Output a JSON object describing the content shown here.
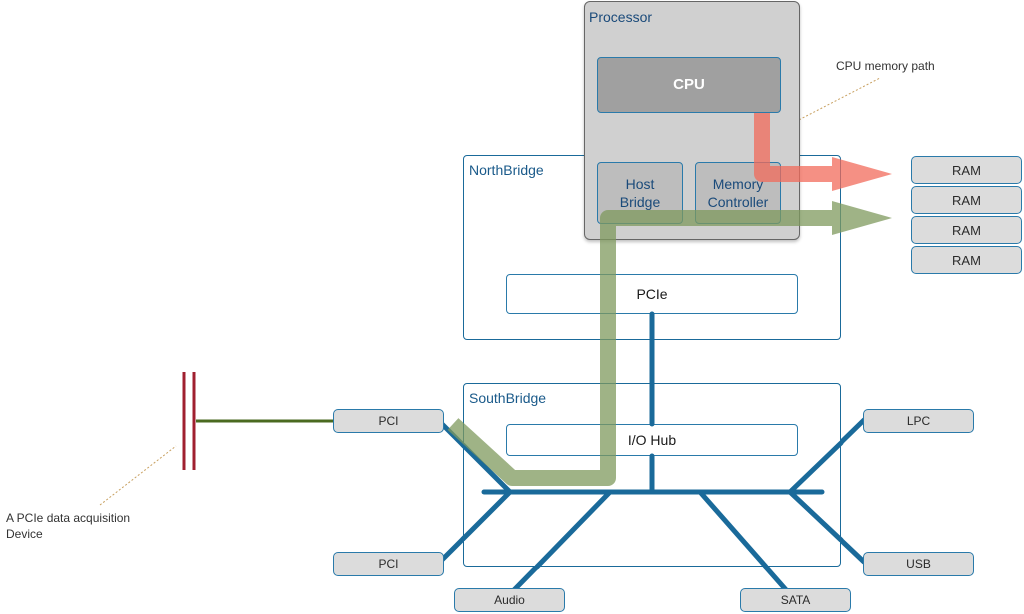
{
  "processor": {
    "title": "Processor",
    "cpu": "CPU",
    "host_bridge": "Host\nBridge",
    "memory_controller": "Memory\nController"
  },
  "northbridge": {
    "title": "NorthBridge",
    "pcie": "PCIe"
  },
  "southbridge": {
    "title": "SouthBridge",
    "io_hub": "I/O Hub"
  },
  "ram": [
    "RAM",
    "RAM",
    "RAM",
    "RAM"
  ],
  "ports": {
    "pci_top": "PCI",
    "pci_bottom": "PCI",
    "audio": "Audio",
    "sata": "SATA",
    "lpc": "LPC",
    "usb": "USB"
  },
  "annotations": {
    "cpu_memory_path": "CPU memory path",
    "pcie_device": "A PCIe data acquisition\nDevice"
  },
  "colors": {
    "bus_blue": "#1a6a9a",
    "cpu_path_red": "#f26b5b",
    "dma_path_green": "#7f9a5e",
    "device_red": "#a02030",
    "device_line": "#4a6a20"
  }
}
